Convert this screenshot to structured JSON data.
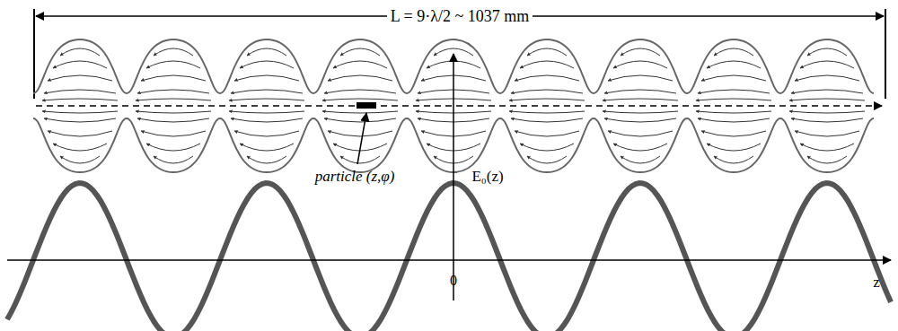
{
  "diagram": {
    "labels": [
      "L = 9·λ/2 ~ 1037 mm",
      "particle (z,φ)",
      "E₀(z)",
      "0",
      "z"
    ]
  }
}
